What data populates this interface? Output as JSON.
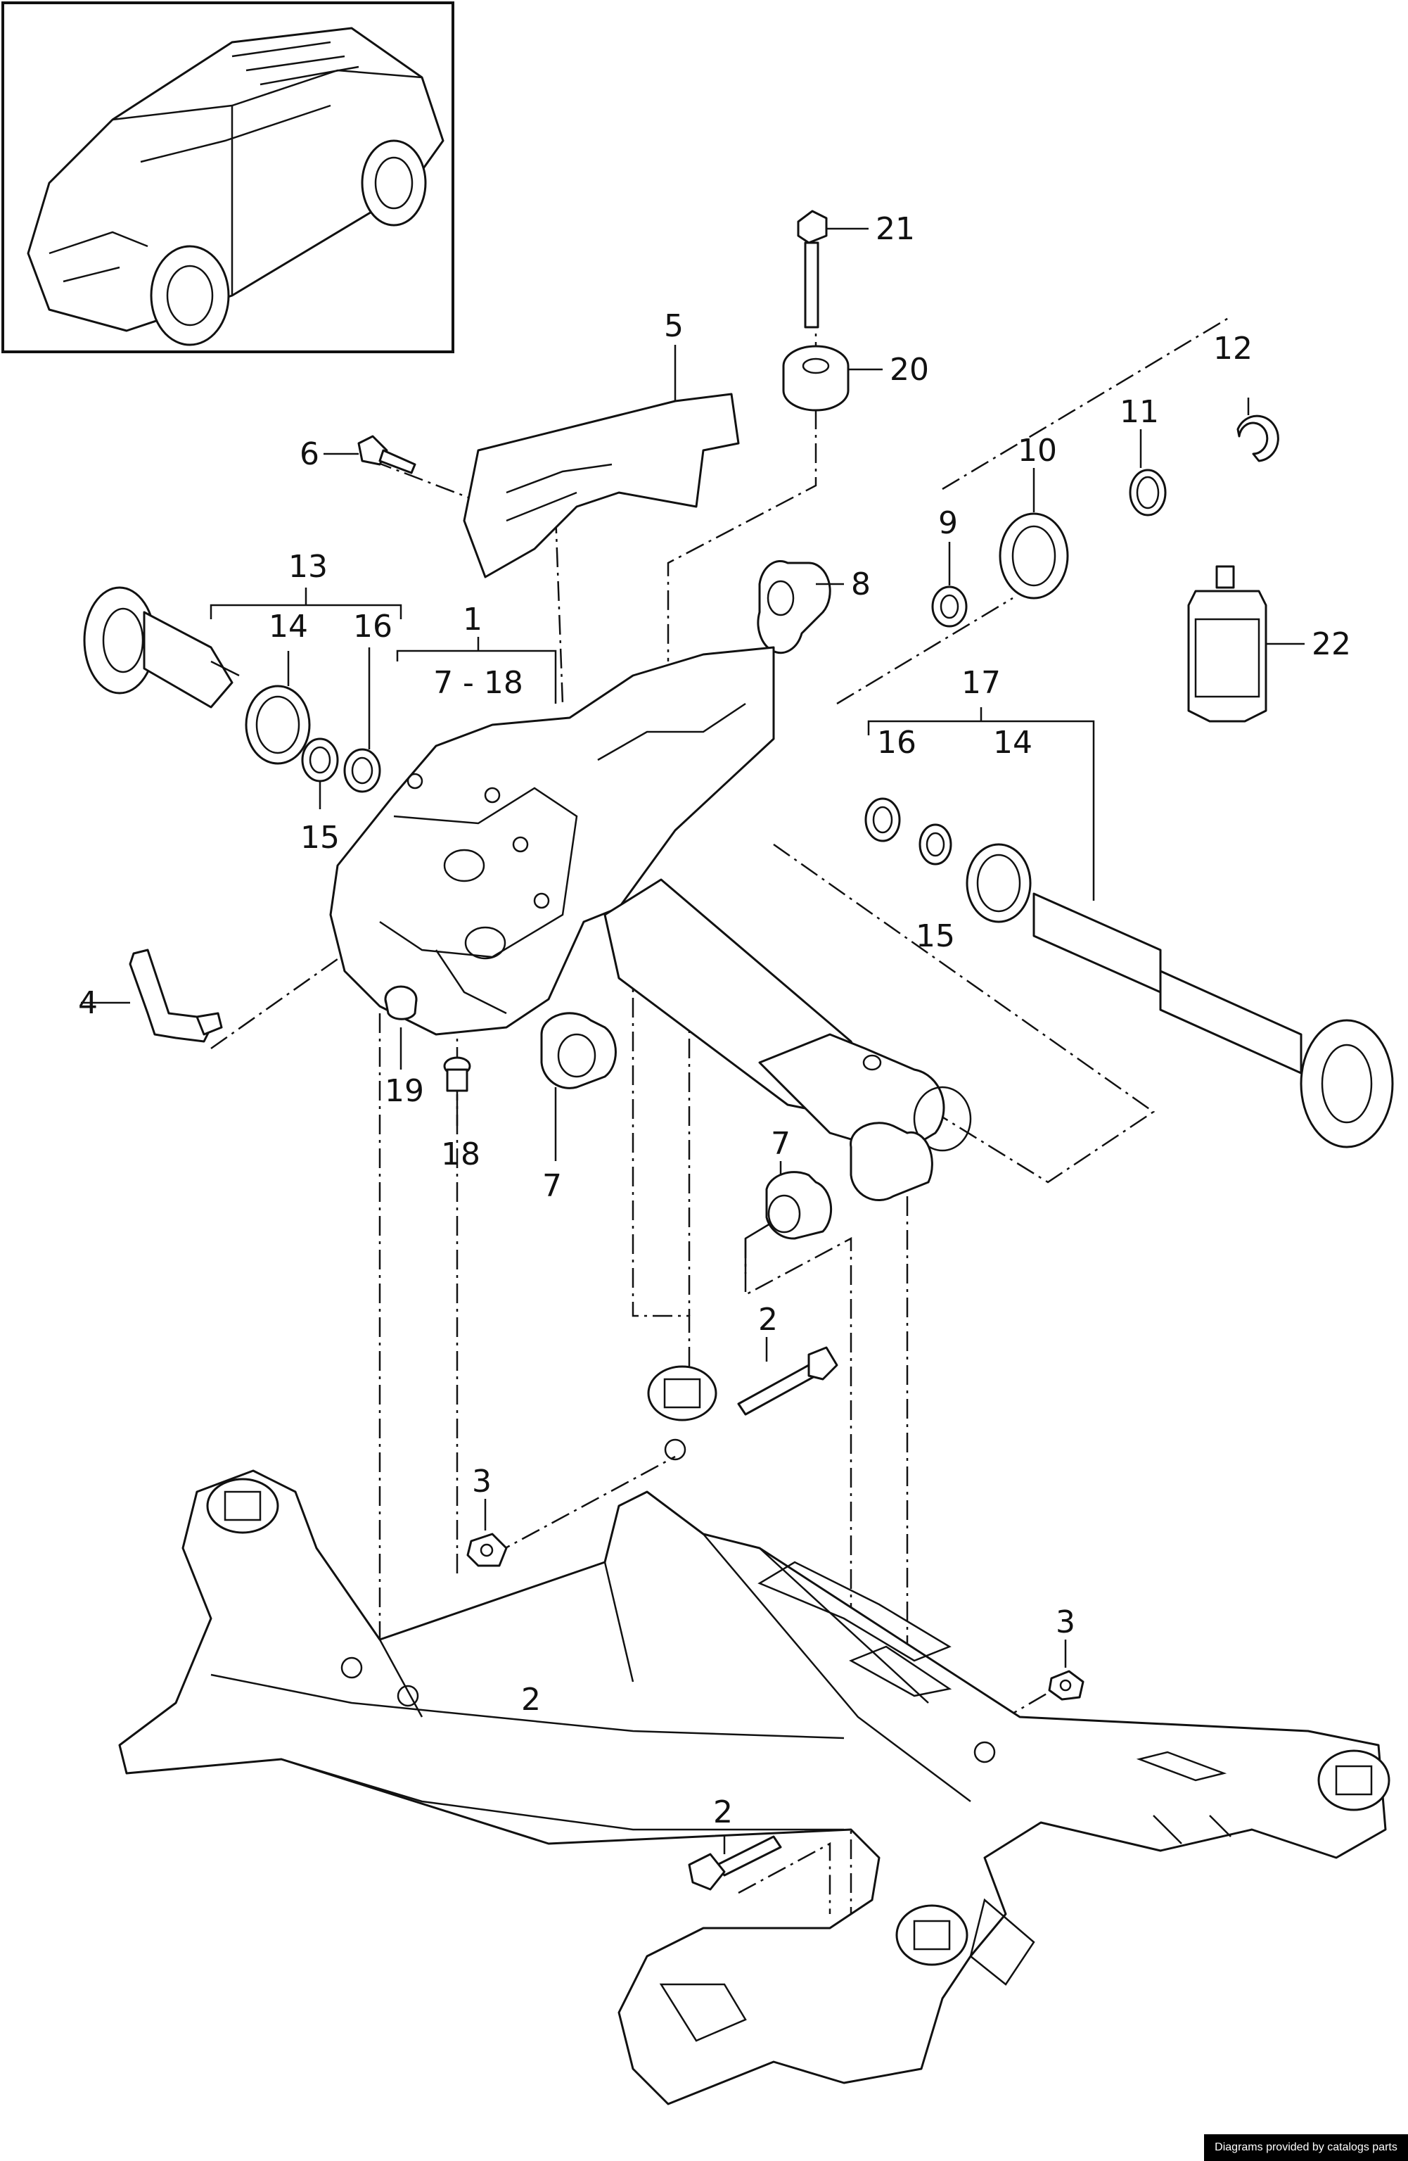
{
  "callouts": [
    {
      "id": "1",
      "label": "1"
    },
    {
      "id": "1-range",
      "label": "7 - 18"
    },
    {
      "id": "2a",
      "label": "2"
    },
    {
      "id": "2b",
      "label": "2"
    },
    {
      "id": "2c",
      "label": "2"
    },
    {
      "id": "3a",
      "label": "3"
    },
    {
      "id": "3b",
      "label": "3"
    },
    {
      "id": "4",
      "label": "4"
    },
    {
      "id": "5",
      "label": "5"
    },
    {
      "id": "6",
      "label": "6"
    },
    {
      "id": "7a",
      "label": "7"
    },
    {
      "id": "7b",
      "label": "7"
    },
    {
      "id": "8",
      "label": "8"
    },
    {
      "id": "9",
      "label": "9"
    },
    {
      "id": "10",
      "label": "10"
    },
    {
      "id": "11",
      "label": "11"
    },
    {
      "id": "12",
      "label": "12"
    },
    {
      "id": "13",
      "label": "13"
    },
    {
      "id": "14a",
      "label": "14"
    },
    {
      "id": "14b",
      "label": "14"
    },
    {
      "id": "15a",
      "label": "15"
    },
    {
      "id": "15b",
      "label": "15"
    },
    {
      "id": "16a",
      "label": "16"
    },
    {
      "id": "16b",
      "label": "16"
    },
    {
      "id": "17",
      "label": "17"
    },
    {
      "id": "18",
      "label": "18"
    },
    {
      "id": "19",
      "label": "19"
    },
    {
      "id": "20",
      "label": "20"
    },
    {
      "id": "21",
      "label": "21"
    },
    {
      "id": "22",
      "label": "22"
    }
  ],
  "credit": "Diagrams provided by catalogs parts"
}
